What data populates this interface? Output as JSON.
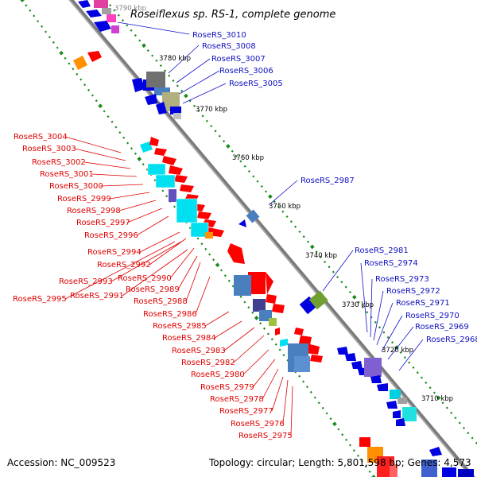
{
  "title": "Roseiflexus sp. RS-1, complete genome",
  "footer": {
    "accession": "Accession: NC_009523",
    "topology": "Topology: circular; Length: 5,801,598 bp; Genes: 4,573"
  },
  "colors": {
    "reverse_label": "#e00000",
    "forward_label": "#1010c0",
    "tick": "#1a8a1a",
    "backbone": "#8a8a8a"
  },
  "scale_labels": [
    "3790 kbp",
    "3780 kbp",
    "3770 kbp",
    "3760 kbp",
    "3750 kbp",
    "3740 kbp",
    "3730 kbp",
    "3720 kbp",
    "3710 kbp"
  ],
  "blue_labels": [
    "RoseRS_3010",
    "RoseRS_3008",
    "RoseRS_3007",
    "RoseRS_3006",
    "RoseRS_3005",
    "RoseRS_2987",
    "RoseRS_2981",
    "RoseRS_2974",
    "RoseRS_2973",
    "RoseRS_2972",
    "RoseRS_2971",
    "RoseRS_2970",
    "RoseRS_2969",
    "RoseRS_2968"
  ],
  "red_labels": [
    "RoseRS_3004",
    "RoseRS_3003",
    "RoseRS_3002",
    "RoseRS_3001",
    "RoseRS_3000",
    "RoseRS_2999",
    "RoseRS_2998",
    "RoseRS_2997",
    "RoseRS_2996",
    "RoseRS_2994",
    "RoseRS_2992",
    "RoseRS_2990",
    "RoseRS_2993",
    "RoseRS_2989",
    "RoseRS_2995",
    "RoseRS_2991",
    "RoseRS_2988",
    "RoseRS_2986",
    "RoseRS_2985",
    "RoseRS_2984",
    "RoseRS_2983",
    "RoseRS_2982",
    "RoseRS_2980",
    "RoseRS_2979",
    "RoseRS_2978",
    "RoseRS_2977",
    "RoseRS_2976",
    "RoseRS_2975"
  ]
}
